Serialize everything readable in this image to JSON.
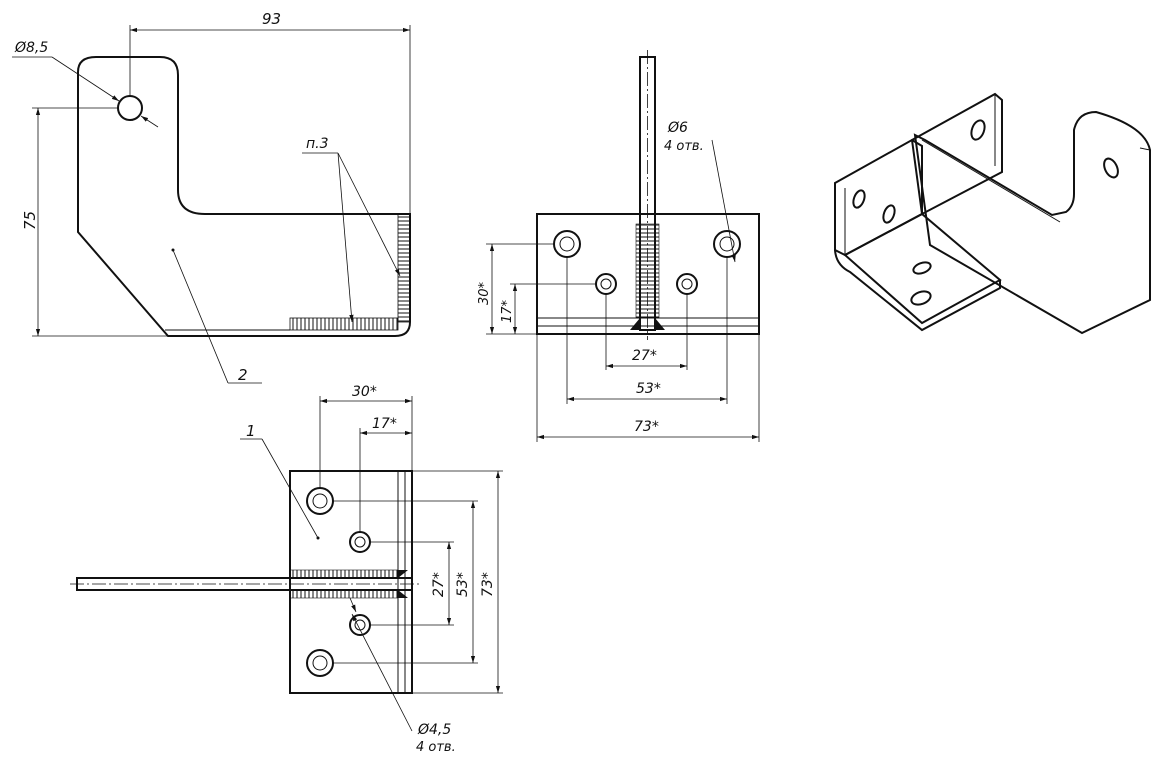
{
  "flat_view": {
    "dim_width": "93",
    "dim_height": "75",
    "hole_diameter": "Ø8,5",
    "weld_note": "п.3",
    "part_label": "2"
  },
  "side_view": {
    "hole_diameter": "Ø6",
    "hole_count": "4 отв.",
    "dim_30": "30*",
    "dim_17": "17*",
    "dim_27": "27*",
    "dim_53": "53*",
    "dim_73": "73*"
  },
  "top_view": {
    "dim_30": "30*",
    "dim_17": "17*",
    "dim_27": "27*",
    "dim_53": "53*",
    "dim_73": "73*",
    "part_label": "1",
    "hole_diameter": "Ø4,5",
    "hole_count": "4 отв."
  }
}
